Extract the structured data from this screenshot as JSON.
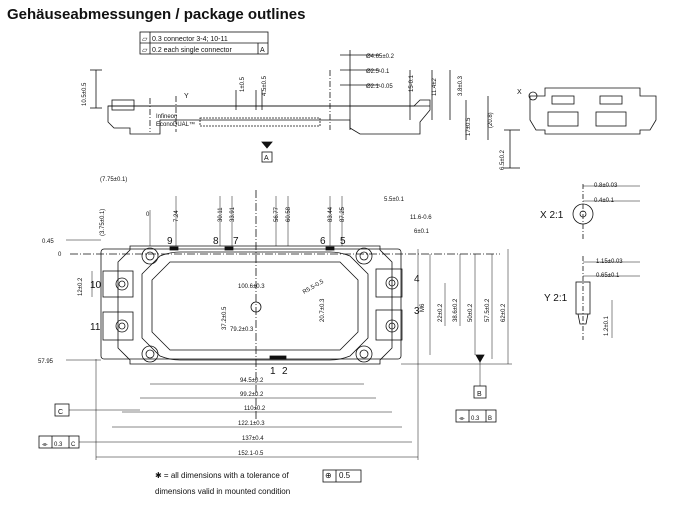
{
  "title": "Gehäuseabmessungen / package outlines",
  "tolerance_box": {
    "row1_symbol": "⏥",
    "row1_text": "0.3 connector 3-4; 10-11",
    "row2_symbol": "⏥",
    "row2_text": "0.2 each single connector",
    "row2_ref": "A"
  },
  "top_view_dims": {
    "left_height": "10.5±0.5",
    "label_Y": "Y",
    "label_1": "1±0.5",
    "label_45": "4.5±0.5",
    "d_465": "Ø4.65±0.2",
    "d_25": "Ø2.5-0.1",
    "d_21": "Ø2.1-0.05",
    "v_15": "15-0.1",
    "v_114": "11.4±2",
    "v_38": "3.8±0.3",
    "v_175": "17±0.5",
    "v_208": "(20.8)",
    "ref_A": "A",
    "brand": "Infineon",
    "product": "EconoDUAL™"
  },
  "side_view": {
    "label_X": "X",
    "dim_65": "6.5±0.2"
  },
  "plan_dims": {
    "d_775": "(7.75±0.1)",
    "top_labels": [
      "7.24",
      "30.11",
      "33.91",
      "56.77",
      "60.58",
      "83.44",
      "87.25"
    ],
    "left_375": "(3.75±0.1)",
    "left_0": "0",
    "left_045": "0.45",
    "left_zero2": "0",
    "left_12": "12±0.2",
    "left_5795": "57.95",
    "right_55": "5.5±0.1",
    "right_116": "11.6-0.6",
    "right_6": "6±0.1",
    "d_1006": "100.6±0.3",
    "d_372": "37.2±0.5",
    "d_792": "79.2±0.3",
    "d_R55": "R5.5-0.5",
    "d_207": "20.7±0.3",
    "d_M6": "M6",
    "d_22": "22±0.2",
    "d_386": "38.6±0.2",
    "d_50": "50±0.2",
    "d_575": "57.5±0.2",
    "d_62": "62±0.2",
    "bottom": [
      "94.5±0.2",
      "99.2±0.2",
      "110±0.2",
      "122.1±0.3",
      "137±0.4",
      "152.1-0.5"
    ],
    "ref_B": "B",
    "ref_C": "C",
    "flat_B": "0.3",
    "flat_B_ref": "B",
    "flat_C": "0.3",
    "flat_C_ref": "C",
    "pins": {
      "p1": "1",
      "p2": "2",
      "p3": "3",
      "p4": "4",
      "p5": "5",
      "p6": "6",
      "p7": "7",
      "p8": "8",
      "p9": "9",
      "p10": "10",
      "p11": "11"
    }
  },
  "detail_X": {
    "label": "X 2:1",
    "d1": "0.8±0.03",
    "d2": "0.4±0.1"
  },
  "detail_Y": {
    "label": "Y 2:1",
    "d1": "1.15±0.03",
    "d2": "0.65±0.1",
    "d3": "1.2±0.1"
  },
  "footnote": {
    "line1_prefix": "✱ = all dimensions with a tolerance of",
    "line1_symbol": "⊕",
    "line1_value": "0.5",
    "line2": "dimensions valid in mounted condition"
  }
}
